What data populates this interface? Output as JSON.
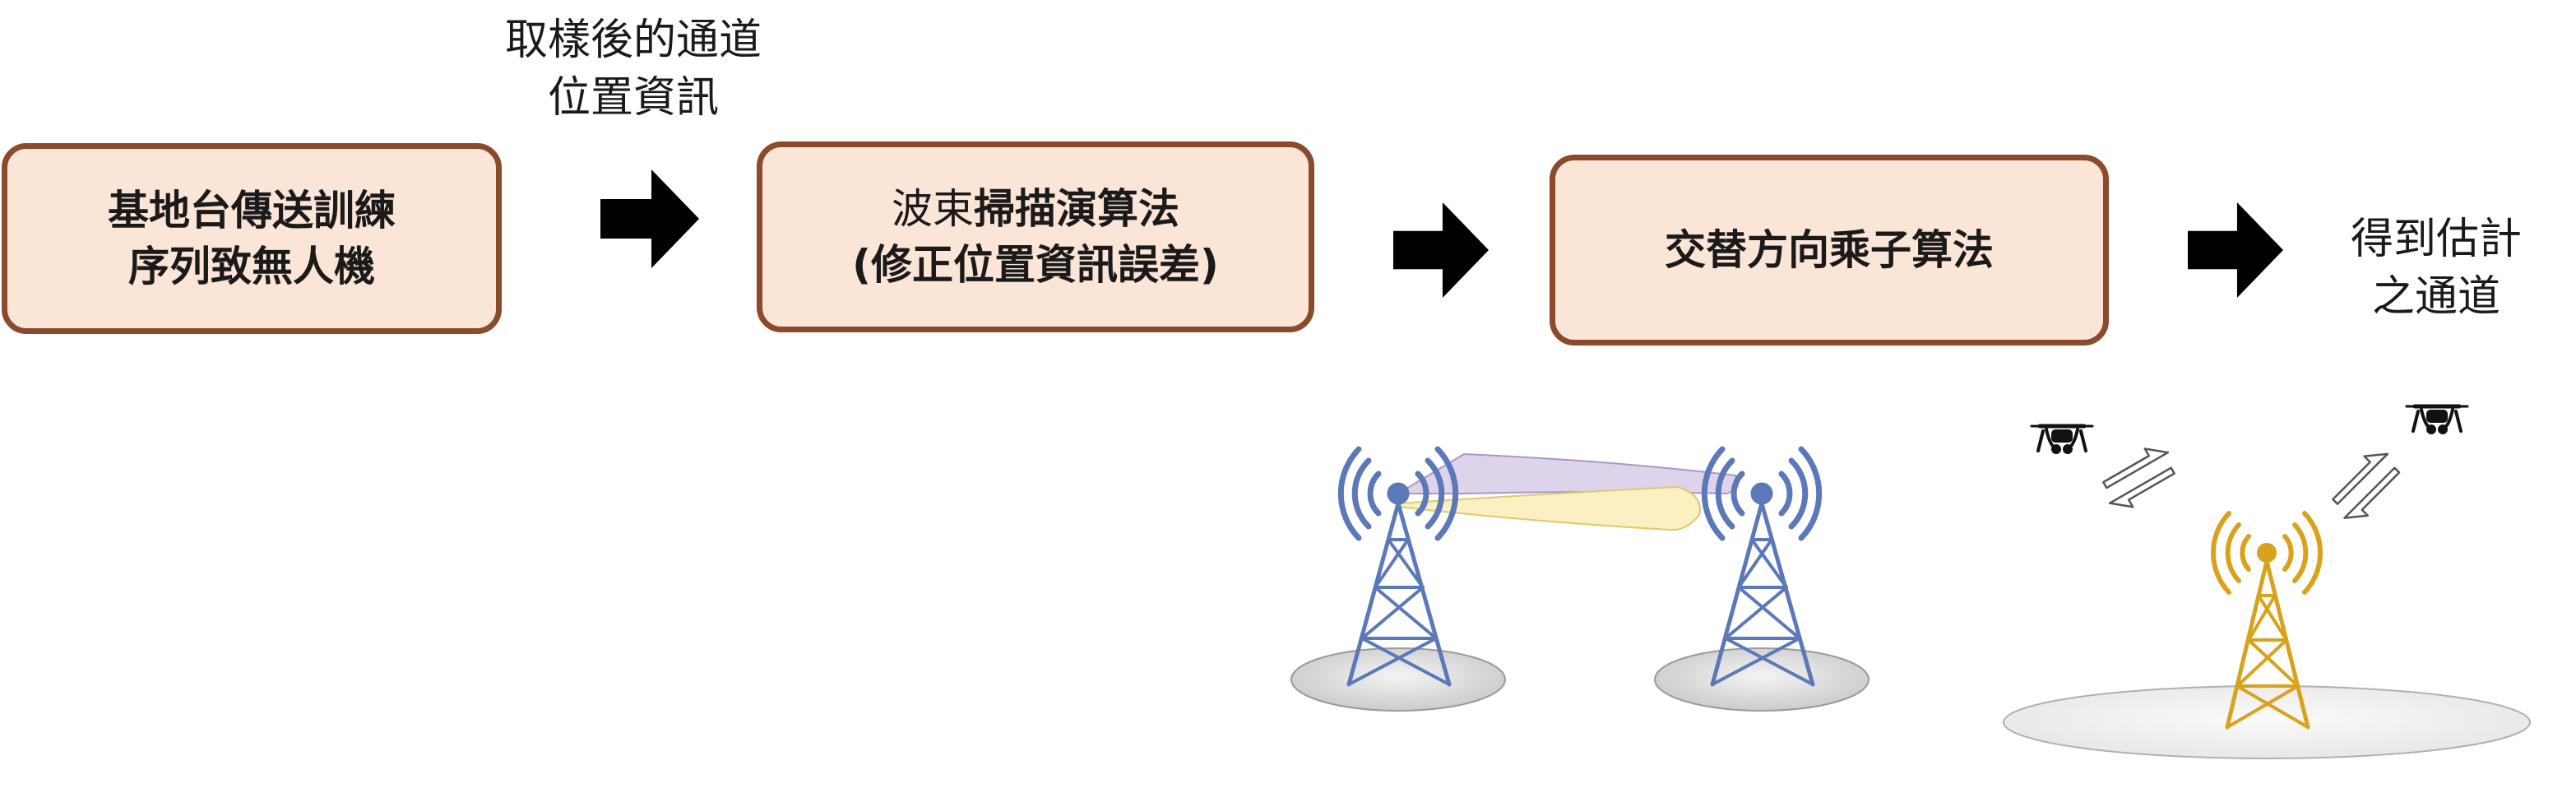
{
  "steps": {
    "step1": {
      "line1": "基地台傳送訓練",
      "line2": "序列致無人機"
    },
    "step2": {
      "line1_plain": "波束",
      "line1_bold": "掃描演算法",
      "line2": "(修正位置資訊誤差)"
    },
    "step3": {
      "line1": "交替方向乘子算法"
    }
  },
  "captions": {
    "sampled_channel": {
      "line1": "取樣後的通道",
      "line2": "位置資訊"
    },
    "result": {
      "line1": "得到估計",
      "line2": "之通道"
    }
  },
  "colors": {
    "box_fill": "#fbe5d6",
    "box_border": "#8b4a2b",
    "tower_blue": "#5b78b8",
    "tower_gold": "#d9a21b",
    "beam_purple": "#ddd3ea",
    "beam_yellow": "#fbf0c2"
  },
  "icons": [
    "arrow-right-icon",
    "antenna-tower-icon",
    "drone-icon",
    "swap-arrows-icon"
  ]
}
